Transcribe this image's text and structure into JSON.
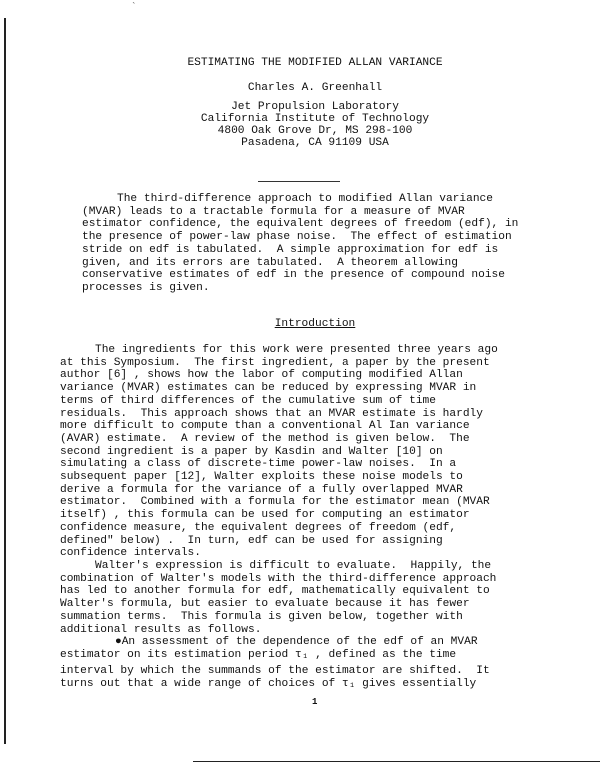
{
  "title": "ESTIMATING THE MODIFIED ALLAN VARIANCE",
  "author": "Charles A. Greenhall",
  "affiliation": [
    "Jet Propulsion Laboratory",
    "California Institute of Technology",
    "4800 Oak Grove Dr, MS 298-100",
    "Pasadena, CA 91109 USA"
  ],
  "abstract_lines": [
    "The third-difference approach to modified Allan variance",
    "(MVAR) leads to a tractable formula for a measure of MVAR",
    "estimator confidence, the equivalent degrees of freedom (edf), in",
    "the presence of power-law phase noise.  The effect of estimation",
    "stride on edf is tabulated.  A simple approximation for edf is",
    "given, and its errors are tabulated.  A theorem allowing",
    "conservative estimates of edf in the presence of compound noise",
    "processes is given."
  ],
  "section_heading": "Introduction",
  "intro_lines": [
    "The ingredients for this work were presented three years ago",
    "at this Symposium.  The first ingredient, a paper by the present",
    "author [6] , shows how the labor of computing modified Allan",
    "variance (MVAR) estimates can be reduced by expressing MVAR in",
    "terms of third differences of the cumulative sum of time",
    "residuals.  This approach shows that an MVAR estimate is hardly",
    "more difficult to compute than a conventional Al Ian variance",
    "(AVAR) estimate.  A review of the method is given below.  The",
    "second ingredient is a paper by Kasdin and Walter [10] on",
    "simulating a class of discrete-time power-law noises.  In a",
    "subsequent paper [12], Walter exploits these noise models to",
    "derive a formula for the variance of a fully overlapped MVAR",
    "estimator.  Combined with a formula for the estimator mean (MVAR",
    "itself) , this formula can be used for computing an estimator",
    "confidence measure, the equivalent degrees of freedom (edf,",
    "defined\" below) .  In turn, edf can be used for assigning",
    "confidence intervals."
  ],
  "para2_lines": [
    "Walter's expression is difficult to evaluate.  Happily, the",
    "combination of Walter's models with the third-difference approach",
    "has led to another formula for edf, mathematically equivalent to",
    "Walter's formula, but easier to evaluate because it has fewer",
    "summation terms.  This formula is given below, together with",
    "additional results as follows."
  ],
  "bullet_lines": [
    "●An assessment of the dependence of the edf of an MVAR",
    "estimator on its estimation period τ₁ , defined as the time",
    "interval by which the summands of the estimator are shifted.  It",
    "turns out that a wide range of choices of τ₁ gives essentially"
  ],
  "page_number": "1",
  "top_tick": "`"
}
